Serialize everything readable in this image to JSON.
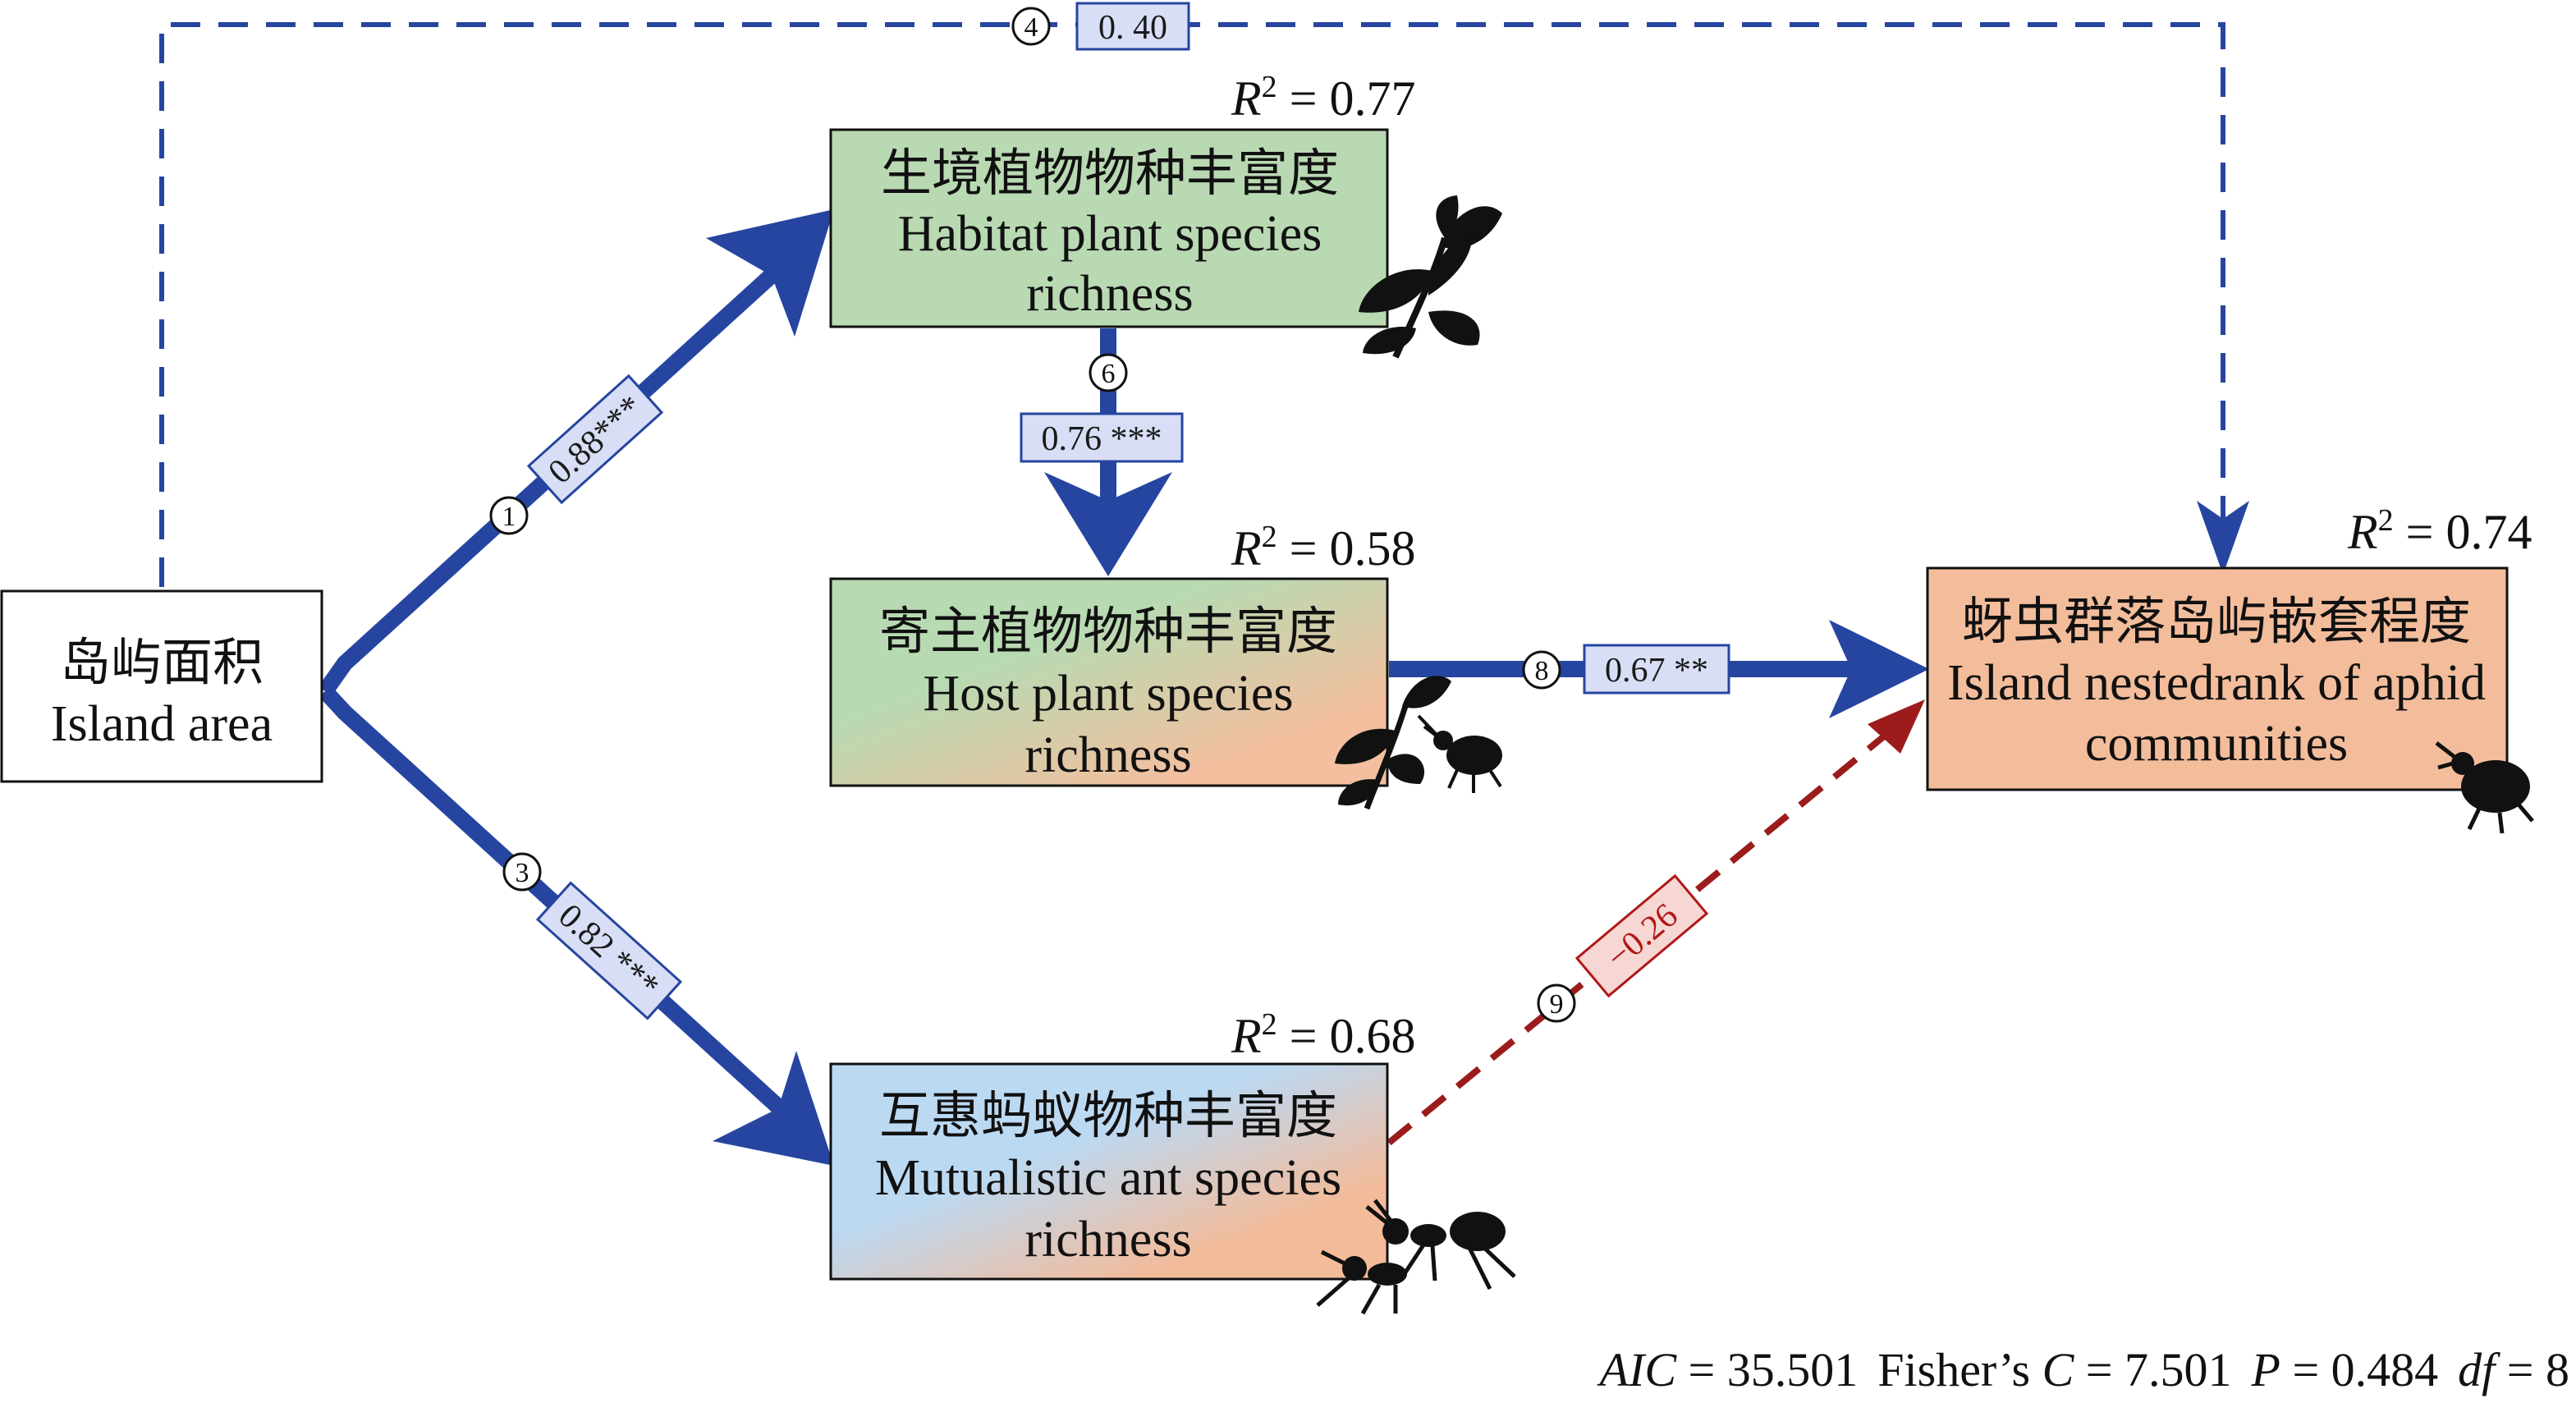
{
  "nodes": {
    "island_area": {
      "zh": "岛屿面积",
      "en": "Island area"
    },
    "habitat": {
      "zh": "生境植物物种丰富度",
      "en1": "Habitat plant species",
      "en2": "richness",
      "r2_value": "0.77"
    },
    "host": {
      "zh": "寄主植物物种丰富度",
      "en1": "Host plant species",
      "en2": "richness",
      "r2_value": "0.58"
    },
    "ant": {
      "zh": "互惠蚂蚁物种丰富度",
      "en1": "Mutualistic ant species",
      "en2": "richness",
      "r2_value": "0.68"
    },
    "aphid": {
      "zh": "蚜虫群落岛屿嵌套程度",
      "en1": "Island nestedrank of aphid",
      "en2": "communities",
      "r2_value": "0.74"
    }
  },
  "r2_label": {
    "r": "R",
    "sup": "2",
    "eq": " = "
  },
  "paths": [
    {
      "id": "1",
      "coef": "0.88***"
    },
    {
      "id": "3",
      "coef": "0.82 ***"
    },
    {
      "id": "4",
      "coef": "0. 40"
    },
    {
      "id": "6",
      "coef": "0.76 ***"
    },
    {
      "id": "8",
      "coef": "0.67 **"
    },
    {
      "id": "9",
      "coef": "−0.26"
    }
  ],
  "stats": {
    "aic_label": "AIC",
    "aic_value": " = 35.501",
    "fisher_label": "Fisher’s ",
    "c_label": "C",
    "c_value": " = 7.501",
    "p_label": "P",
    "p_value": " = 0.484",
    "df_label": "df",
    "df_value": " = 8"
  },
  "colors": {
    "path_blue": "#2645a0",
    "path_red": "#9c1c1c",
    "habitat_fill": "#b9d9b3",
    "host_fill_start": "#b8dab2",
    "host_fill_end": "#f3bf9f",
    "ant_fill_start": "#bcd9f2",
    "ant_fill_end": "#f3bb9a",
    "aphid_fill": "#f3bd9c",
    "coef_box_fill": "#d8def5"
  },
  "icons": [
    "leaf-silhouette-icon",
    "aphid-silhouette-icon",
    "ant-silhouette-icon"
  ]
}
